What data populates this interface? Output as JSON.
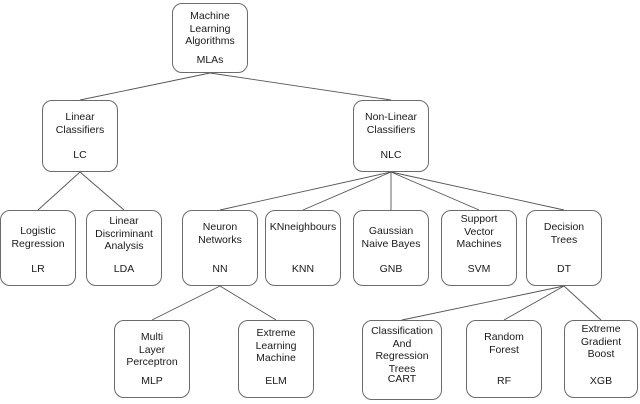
{
  "nodes": {
    "root": {
      "title": "Machine\nLearning\nAlgorithms",
      "abbr": "MLAs"
    },
    "lc": {
      "title": "Linear\nClassifiers",
      "abbr": "LC"
    },
    "nlc": {
      "title": "Non-Linear\nClassifiers",
      "abbr": "NLC"
    },
    "lr": {
      "title": "Logistic\nRegression",
      "abbr": "LR"
    },
    "lda": {
      "title": "Linear\nDiscriminant\nAnalysis",
      "abbr": "LDA"
    },
    "nn": {
      "title": "Neuron\nNetworks",
      "abbr": "NN"
    },
    "knn": {
      "title": "KNneighbours",
      "abbr": "KNN"
    },
    "gnb": {
      "title": "Gaussian\nNaive Bayes",
      "abbr": "GNB"
    },
    "svm": {
      "title": "Support\nVector\nMachines",
      "abbr": "SVM"
    },
    "dt": {
      "title": "Decision\nTrees",
      "abbr": "DT"
    },
    "mlp": {
      "title": "Multi\nLayer\nPerceptron",
      "abbr": "MLP"
    },
    "elm": {
      "title": "Extreme\nLearning\nMachine",
      "abbr": "ELM"
    },
    "cart": {
      "title": "Classification\nAnd\nRegression\nTrees",
      "abbr": "CART"
    },
    "rf": {
      "title": "Random\nForest",
      "abbr": "RF"
    },
    "xgb": {
      "title": "Extreme\nGradient\nBoost",
      "abbr": "XGB"
    }
  },
  "edges": [
    [
      "root",
      "lc"
    ],
    [
      "root",
      "nlc"
    ],
    [
      "lc",
      "lr"
    ],
    [
      "lc",
      "lda"
    ],
    [
      "nlc",
      "nn"
    ],
    [
      "nlc",
      "knn"
    ],
    [
      "nlc",
      "gnb"
    ],
    [
      "nlc",
      "svm"
    ],
    [
      "nlc",
      "dt"
    ],
    [
      "nn",
      "mlp"
    ],
    [
      "nn",
      "elm"
    ],
    [
      "dt",
      "cart"
    ],
    [
      "dt",
      "rf"
    ],
    [
      "dt",
      "xgb"
    ]
  ]
}
